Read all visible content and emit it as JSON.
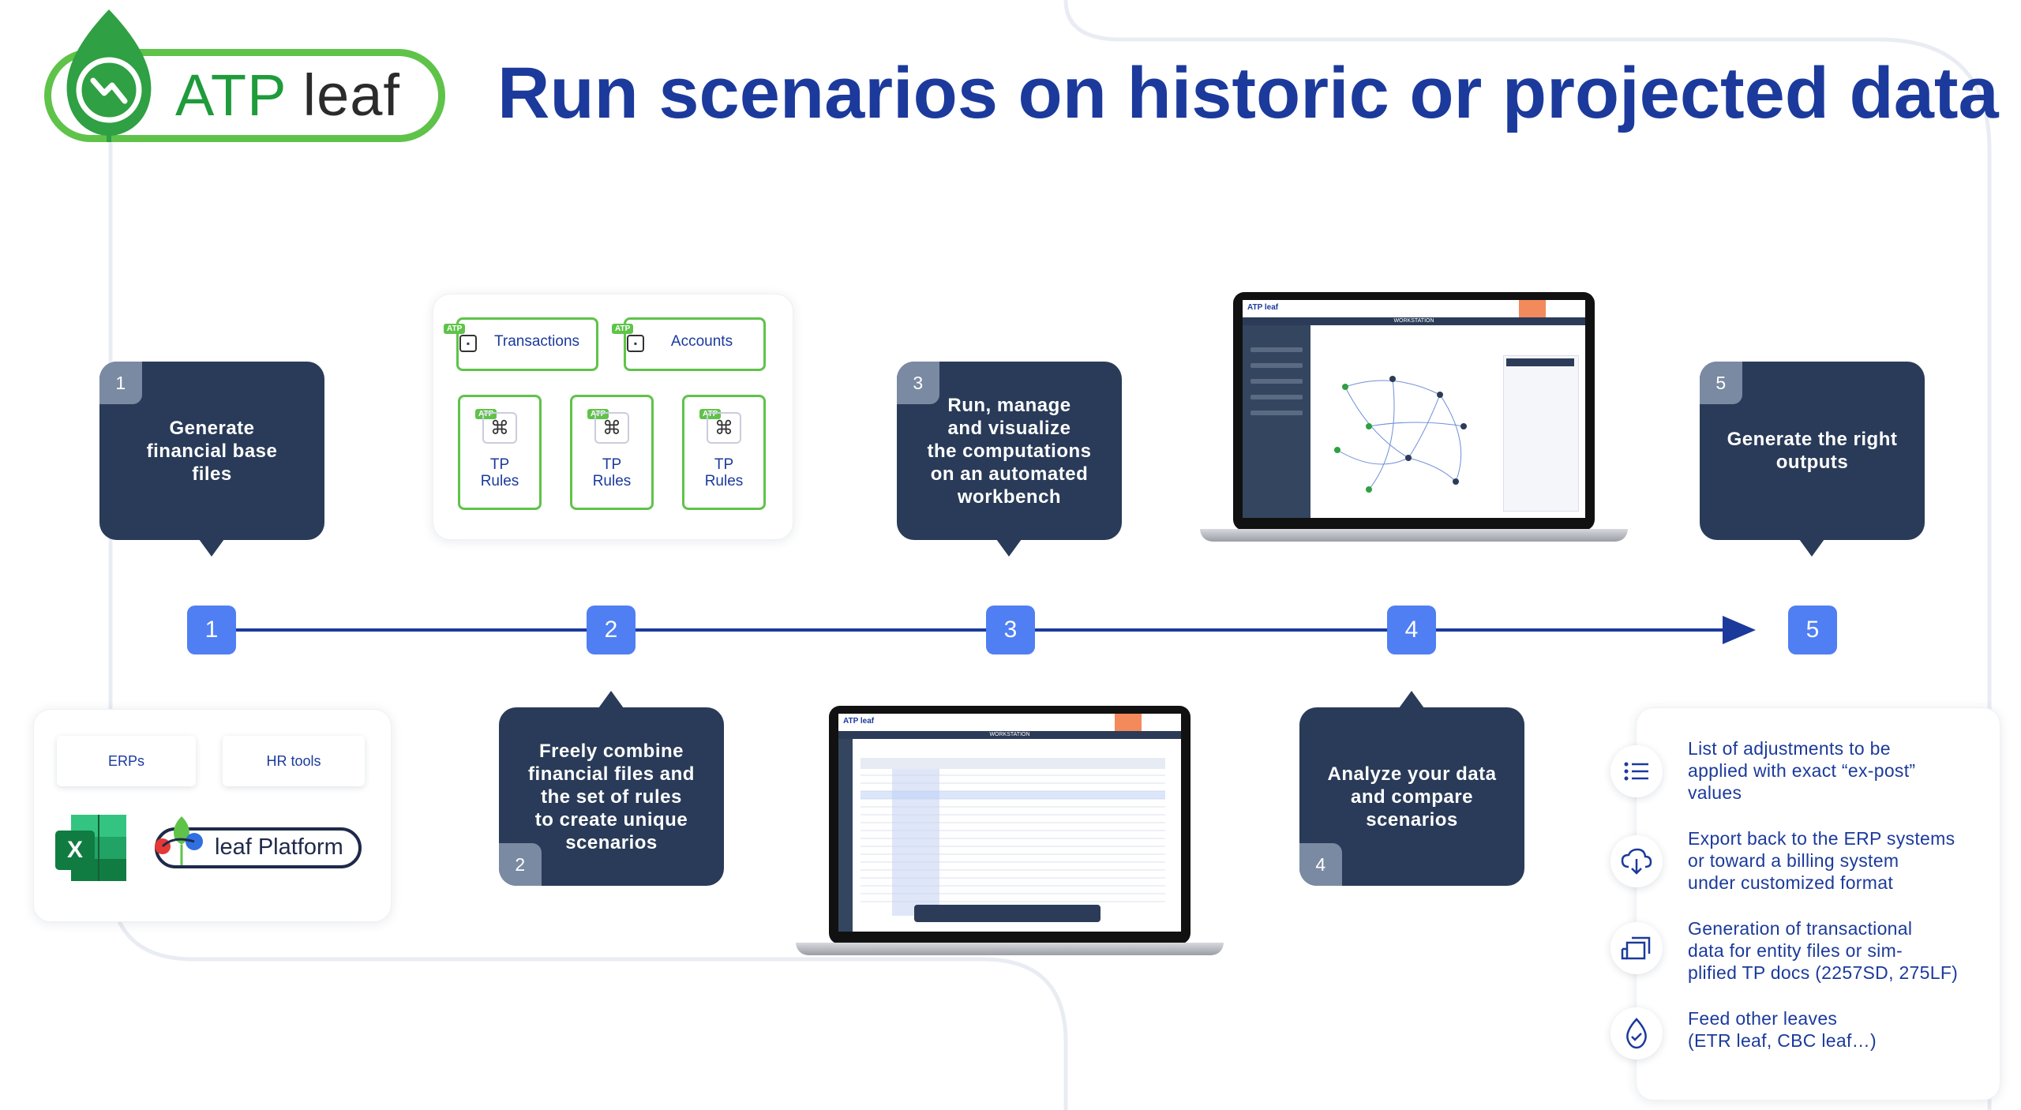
{
  "logo": {
    "text_bold": "ATP",
    "text_light": "leaf"
  },
  "headline": "Run scenarios on historic or projected data",
  "bubbles": [
    {
      "num": "1",
      "text": "Generate\nfinancial base\nfiles"
    },
    {
      "num": "2",
      "text": "Freely combine\nfinancial files and\nthe set of rules\nto create unique\nscenarios"
    },
    {
      "num": "3",
      "text": "Run, manage\nand visualize\nthe computations\non an automated\nworkbench"
    },
    {
      "num": "4",
      "text": "Analyze your data\nand compare\nscenarios"
    },
    {
      "num": "5",
      "text": "Generate the right\noutputs"
    }
  ],
  "timeline": {
    "steps": [
      "1",
      "2",
      "3",
      "4",
      "5"
    ]
  },
  "sources": {
    "chips": [
      "ERPs",
      "HR tools"
    ],
    "platform_label": "leaf Platform",
    "excel_letter": "X"
  },
  "combine": {
    "tag": "ATP",
    "files": [
      "Transactions",
      "Accounts"
    ],
    "rules": [
      "TP\nRules",
      "TP\nRules",
      "TP\nRules"
    ]
  },
  "laptop_top": {
    "header": "WORKSTATION",
    "logo": "ATP leaf"
  },
  "laptop_bottom": {
    "header": "WORKSTATION",
    "logo": "ATP leaf"
  },
  "outputs": [
    {
      "icon": "list-icon",
      "text": "List of adjustments to be\napplied with exact “ex-post”\nvalues"
    },
    {
      "icon": "cloud-download-icon",
      "text": "Export back to the ERP systems\nor toward a billing system\nunder customized format"
    },
    {
      "icon": "documents-icon",
      "text": "Generation of transactional\ndata for entity files or sim-\nplified TP docs (2257SD, 275LF)"
    },
    {
      "icon": "leaf-check-icon",
      "text": "Feed other leaves\n(ETR leaf, CBC leaf…)"
    }
  ],
  "colors": {
    "brand_blue": "#1b3a9c",
    "bubble": "#293b58",
    "step": "#4f7ff2",
    "green": "#5fc34a"
  }
}
